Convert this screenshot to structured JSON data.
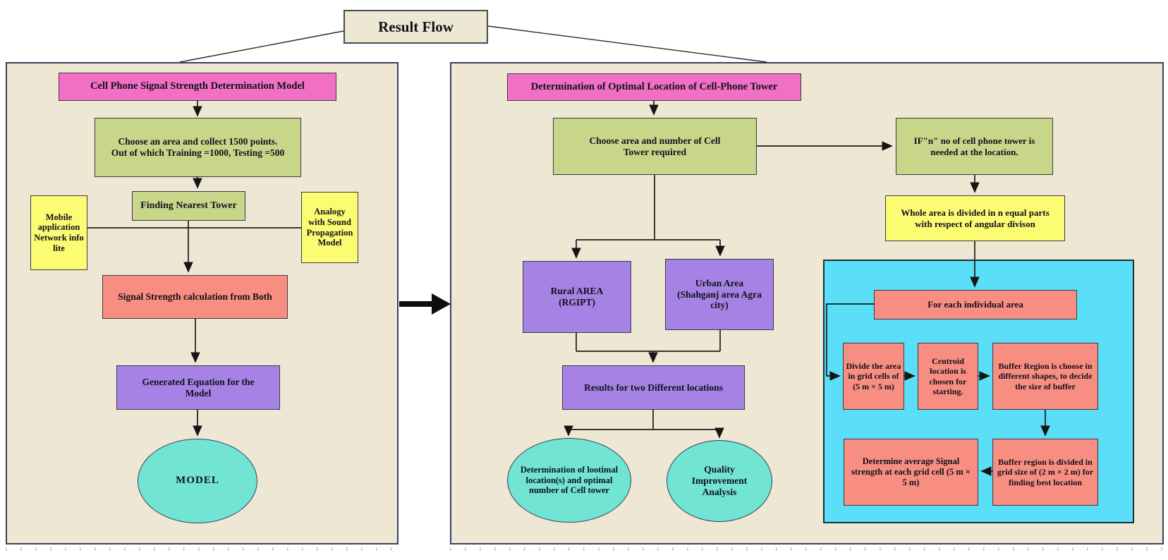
{
  "diagram": {
    "title": "Result Flow",
    "left_panel": {
      "title_box": "Cell Phone Signal Strength Determination Model",
      "collect_box": "Choose an area and collect 1500 points.\nOut of which Training =1000, Testing =500",
      "finding_box": "Finding Nearest Tower",
      "mobile_app_box": "Mobile application Network info lite",
      "analogy_box": "Analogy with Sound Propagation Model",
      "signal_calc_box": "Signal Strength calculation from Both",
      "equation_box": "Generated Equation for the Model",
      "model_ellipse": "MODEL"
    },
    "right_panel": {
      "title_box": "Determination of  Optimal Location of Cell-Phone Tower",
      "choose_box": "Choose area and number of Cell Tower required",
      "if_box": "IF\"n\" no of cell phone tower is needed at the location.",
      "whole_area_box": "Whole area is divided in n equal parts with respect of angular divison",
      "rural_box": "Rural AREA\n(RGIPT)",
      "urban_box": "Urban Area\n(Shahganj area Agra city)",
      "results_box": "Results for two Different locations",
      "optimal_ellipse": "Determination of lootimal location(s) and optimal number of Cell tower",
      "quality_ellipse": "Quality\nImprovement\nAnalysis",
      "cyan_group": {
        "for_each_box": "For each individual area",
        "divide_box": "Divide the area in grid cells of (5 m × 5 m)",
        "centroid_box": "Centroid location is chosen for starting.",
        "buffer_choose_box": "Buffer Region is choose in different shapes, to decide the size of buffer",
        "determine_box": "Determine average Signal strength at each grid cell (5 m × 5 m)",
        "buffer_divided_box": "Buffer region is divided in grid size of (2 m × 2 m) for finding best location"
      }
    },
    "colors": {
      "panel_beige": "#EDE7D3",
      "pink": "#F170C5",
      "green": "#C8D689",
      "yellow": "#FCFC73",
      "salmon": "#F88D81",
      "purple": "#A582E3",
      "turquoise": "#72E4D3",
      "cyan_panel": "#5BDEF7",
      "line": "#1c1c1c"
    }
  }
}
